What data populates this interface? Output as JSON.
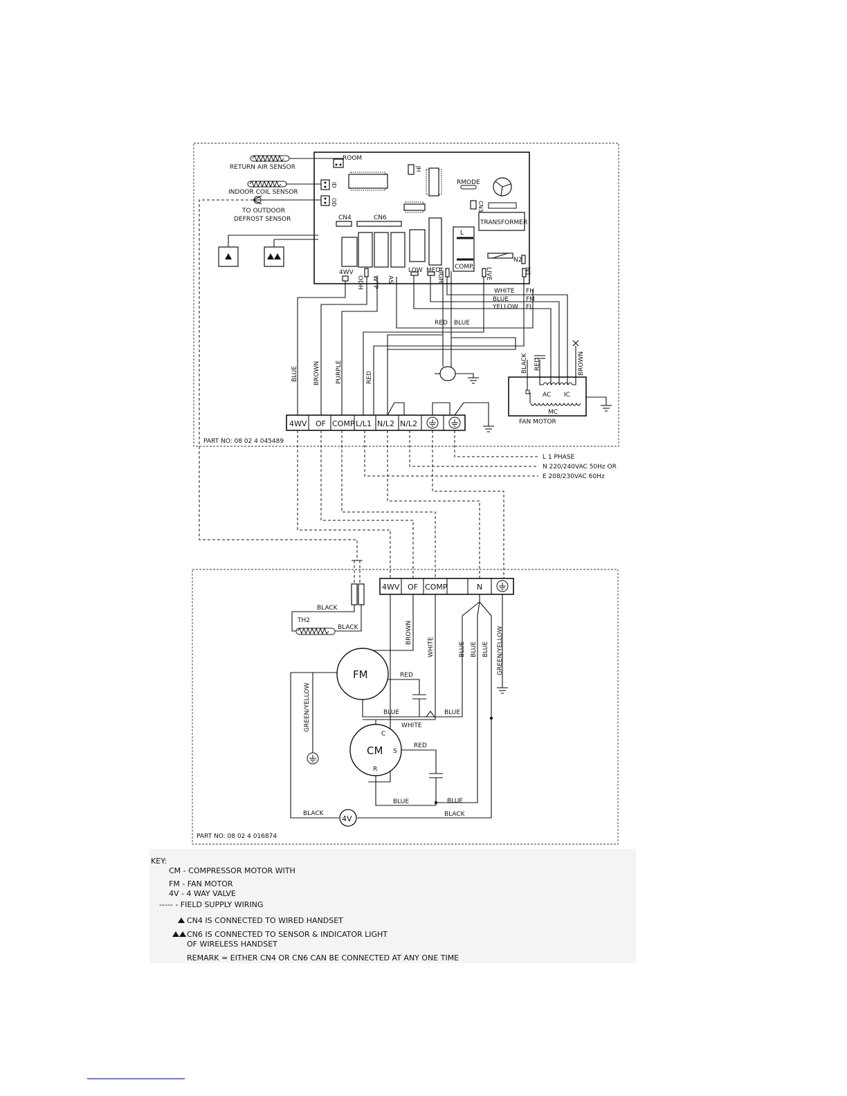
{
  "indoor": {
    "sensors": {
      "return_air": "RETURN AIR SENSOR",
      "indoor_coil": "INDOOR COIL SENSOR",
      "outdoor_1": "TO OUTDOOR",
      "outdoor_2": "DEFROST SENSOR"
    },
    "board": {
      "room": "ROOM",
      "id": "ID",
      "od": "OD",
      "jh": "JH",
      "rmode": "RMODE",
      "cn3": "CN3",
      "cn4": "CN4",
      "cn6": "CN6",
      "transformer": "TRANSFORMER",
      "l": "L",
      "comp": "COMP.",
      "n2": "N2",
      "relays": [
        "4WV",
        "ODH",
        "WTP",
        "AS",
        "LOW",
        "MED",
        "HIGH",
        "LIVE",
        "N1"
      ]
    },
    "fan_wires": [
      {
        "color": "WHITE",
        "code": "FH"
      },
      {
        "color": "BLUE",
        "code": "FM"
      },
      {
        "color": "YELLOW",
        "code": "FL"
      }
    ],
    "wire_colors": {
      "red": "RED",
      "blue": "BLUE",
      "blue_v": "BLUE",
      "brown_v": "BROWN",
      "purple_v": "PURPLE",
      "red_v": "RED",
      "black_v": "BLACK",
      "red2_v": "RED",
      "brown2_v": "BROWN"
    },
    "fan_motor": {
      "ac": "AC",
      "ic": "IC",
      "mc": "MC",
      "label": "FAN MOTOR"
    },
    "terminals": [
      "4WV",
      "OF",
      "COMP",
      "L/L1",
      "N/L2",
      "N/L2"
    ],
    "part_no": "PART NO: 08 02 4 045489"
  },
  "supply": {
    "l": "L  1 PHASE",
    "n": "N  220/240VAC 50Hz OR",
    "e": "E  208/230VAC 60Hz"
  },
  "outdoor": {
    "terminals": [
      "4WV",
      "OF",
      "COMP",
      "",
      "N"
    ],
    "th2": "TH2",
    "fm": "FM",
    "cm": "CM",
    "cm_c": "C",
    "cm_s": "S",
    "cm_r": "R",
    "v4": "4V",
    "labels": {
      "black1": "BLACK",
      "black2": "BLACK",
      "brown_v": "BROWN",
      "white_v": "WHITE",
      "blue1_v": "BLUE",
      "blue2_v": "BLUE",
      "blue3_v": "BLUE",
      "gy_right_v": "GREEN/YELLOW",
      "gy_left_v": "GREEN/YELLOW",
      "red_fm": "RED",
      "blue_fm1": "BLUE",
      "blue_fm2": "BLUE",
      "white_h": "WHITE",
      "red_cm": "RED",
      "blue_cm1": "BLUE",
      "blue_cm2": "BLUE",
      "black_4v_l": "BLACK",
      "black_4v_r": "BLACK"
    },
    "part_no": "PART NO: 08 02 4 016874"
  },
  "key": {
    "title": "KEY:",
    "lines": [
      "CM  -  COMPRESSOR MOTOR WITH",
      "FM  -  FAN MOTOR",
      "4V  -  4 WAY VALVE",
      "-----  -  FIELD SUPPLY WIRING",
      "CN4  IS  CONNECTED  TO  WIRED  HANDSET",
      "CN6  IS  CONNECTED  TO  SENSOR  &  INDICATOR  LIGHT",
      "OF  WIRELESS  HANDSET",
      "REMARK  =  EITHER  CN4  OR  CN6  CAN  BE  CONNECTED  AT  ANY  ONE  TIME"
    ]
  }
}
